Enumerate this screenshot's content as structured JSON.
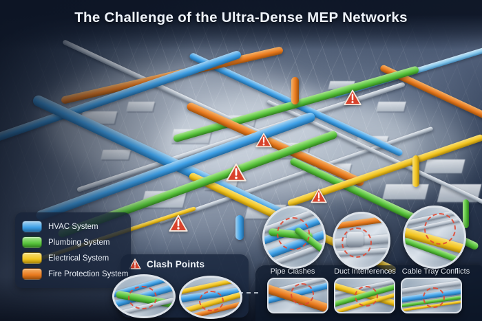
{
  "title": "The Challenge of the Ultra-Dense MEP Networks",
  "legend": {
    "items": [
      {
        "id": "hvac",
        "label": "HVAC System"
      },
      {
        "id": "plumbing",
        "label": "Plumbing System"
      },
      {
        "id": "electrical",
        "label": "Electrical System"
      },
      {
        "id": "fire",
        "label": "Fire Protection System"
      }
    ]
  },
  "system_colors": {
    "hvac": "#3d9fe6",
    "plumbing": "#58c43c",
    "electrical": "#f2c41e",
    "fire": "#e8791d",
    "steel": "#b6c0cb"
  },
  "clash_panel": {
    "title": "Clash Points"
  },
  "callouts": [
    {
      "label": "Pipe Clashes"
    },
    {
      "label": "Duct Interferences"
    },
    {
      "label": "Cable Tray Conflicts"
    }
  ],
  "scene": {
    "warning_icon": "warning-triangle",
    "warning_count": 5
  }
}
